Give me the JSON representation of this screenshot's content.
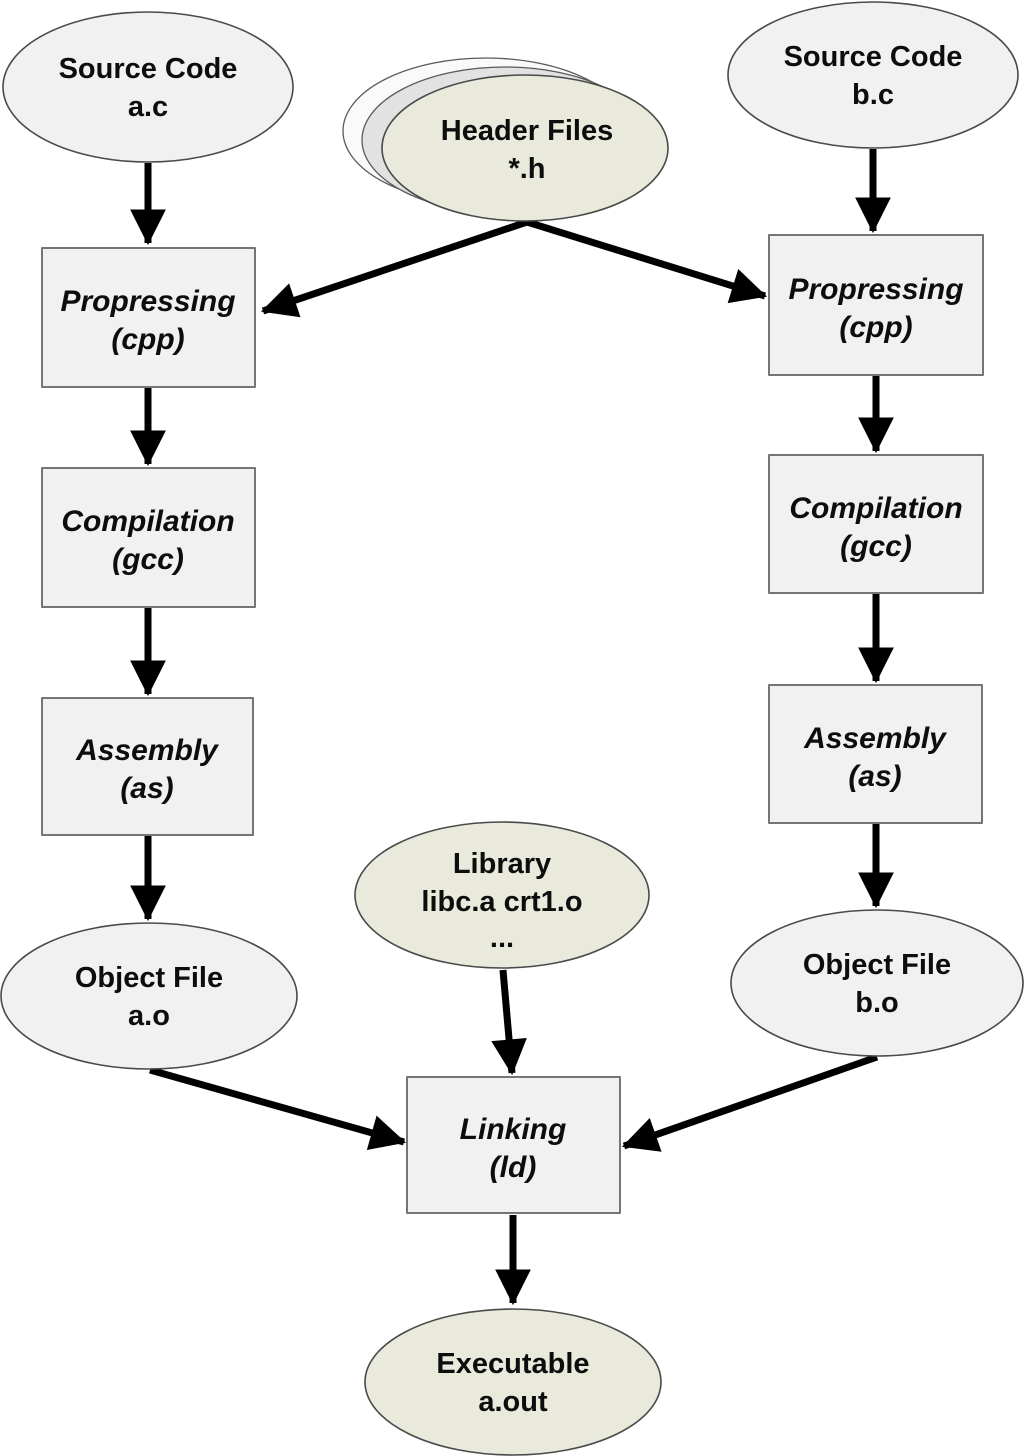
{
  "diagram": {
    "type": "flowchart",
    "subject": "C program compilation pipeline",
    "colors": {
      "node_fill": "#f1f1f1",
      "accent_fill": "#e9e9dc",
      "stack_back_fill": "#fafafa",
      "stack_mid_fill": "#e2e2e2",
      "arrow_color": "#000000"
    },
    "nodes": {
      "source_a": {
        "shape": "ellipse",
        "lines": [
          "Source Code",
          "a.c"
        ]
      },
      "header_files": {
        "shape": "stacked-ellipse",
        "lines": [
          "Header Files",
          "*.h"
        ]
      },
      "source_b": {
        "shape": "ellipse",
        "lines": [
          "Source Code",
          "b.c"
        ]
      },
      "preprocess_left": {
        "shape": "box",
        "lines": [
          "Propressing",
          "(cpp)"
        ]
      },
      "preprocess_right": {
        "shape": "box",
        "lines": [
          "Propressing",
          "(cpp)"
        ]
      },
      "compile_left": {
        "shape": "box",
        "lines": [
          "Compilation",
          "(gcc)"
        ]
      },
      "compile_right": {
        "shape": "box",
        "lines": [
          "Compilation",
          "(gcc)"
        ]
      },
      "assembly_left": {
        "shape": "box",
        "lines": [
          "Assembly",
          "(as)"
        ]
      },
      "assembly_right": {
        "shape": "box",
        "lines": [
          "Assembly",
          "(as)"
        ]
      },
      "object_a": {
        "shape": "ellipse",
        "lines": [
          "Object File",
          "a.o"
        ]
      },
      "object_b": {
        "shape": "ellipse",
        "lines": [
          "Object File",
          "b.o"
        ]
      },
      "library": {
        "shape": "ellipse",
        "lines": [
          "Library",
          "libc.a crt1.o",
          "..."
        ]
      },
      "linking": {
        "shape": "box",
        "lines": [
          "Linking",
          "(ld)"
        ]
      },
      "executable": {
        "shape": "ellipse",
        "lines": [
          "Executable",
          "a.out"
        ]
      }
    },
    "edges": [
      {
        "from": "source_a",
        "to": "preprocess_left"
      },
      {
        "from": "header_files",
        "to": "preprocess_left"
      },
      {
        "from": "header_files",
        "to": "preprocess_right"
      },
      {
        "from": "source_b",
        "to": "preprocess_right"
      },
      {
        "from": "preprocess_left",
        "to": "compile_left"
      },
      {
        "from": "compile_left",
        "to": "assembly_left"
      },
      {
        "from": "assembly_left",
        "to": "object_a"
      },
      {
        "from": "preprocess_right",
        "to": "compile_right"
      },
      {
        "from": "compile_right",
        "to": "assembly_right"
      },
      {
        "from": "assembly_right",
        "to": "object_b"
      },
      {
        "from": "object_a",
        "to": "linking"
      },
      {
        "from": "object_b",
        "to": "linking"
      },
      {
        "from": "library",
        "to": "linking"
      },
      {
        "from": "linking",
        "to": "executable"
      }
    ]
  }
}
